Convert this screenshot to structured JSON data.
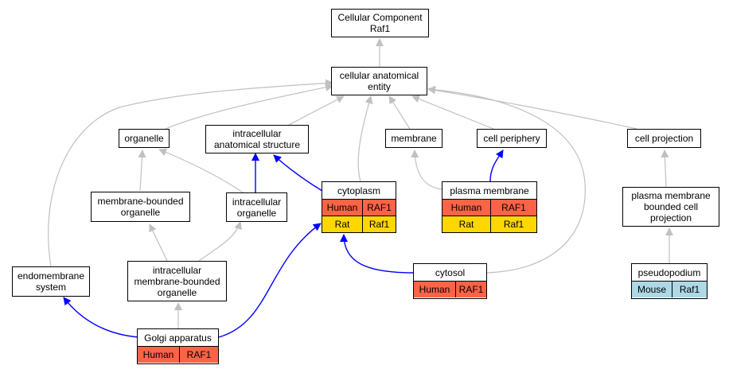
{
  "colors": {
    "isa_edge": "#c0c0c0",
    "partof_edge": "#0000ff",
    "human": "#ff6347",
    "rat": "#ffd700",
    "mouse": "#add8e6"
  },
  "nodes": {
    "root": "Cellular Component\nRaf1",
    "cae": "cellular anatomical\nentity",
    "organelle": "organelle",
    "ias": "intracellular\nanatomical structure",
    "membrane": "membrane",
    "cell_periphery": "cell periphery",
    "cell_projection": "cell projection",
    "mbo": "membrane-bounded\norganelle",
    "io": "intracellular\norganelle",
    "pmbcp": "plasma membrane\nbounded cell\nprojection",
    "endomembrane": "endomembrane\nsystem",
    "imbo": "intracellular\nmembrane-bounded\norganelle"
  },
  "annotated": {
    "cytoplasm": {
      "label": "cytoplasm",
      "rows": [
        {
          "species": "Human",
          "gene": "RAF1"
        },
        {
          "species": "Rat",
          "gene": "Raf1"
        }
      ]
    },
    "plasma_membrane": {
      "label": "plasma membrane",
      "rows": [
        {
          "species": "Human",
          "gene": "RAF1"
        },
        {
          "species": "Rat",
          "gene": "Raf1"
        }
      ]
    },
    "cytosol": {
      "label": "cytosol",
      "rows": [
        {
          "species": "Human",
          "gene": "RAF1"
        }
      ]
    },
    "pseudopodium": {
      "label": "pseudopodium",
      "rows": [
        {
          "species": "Mouse",
          "gene": "Raf1"
        }
      ]
    },
    "golgi": {
      "label": "Golgi apparatus",
      "rows": [
        {
          "species": "Human",
          "gene": "RAF1"
        }
      ]
    }
  }
}
